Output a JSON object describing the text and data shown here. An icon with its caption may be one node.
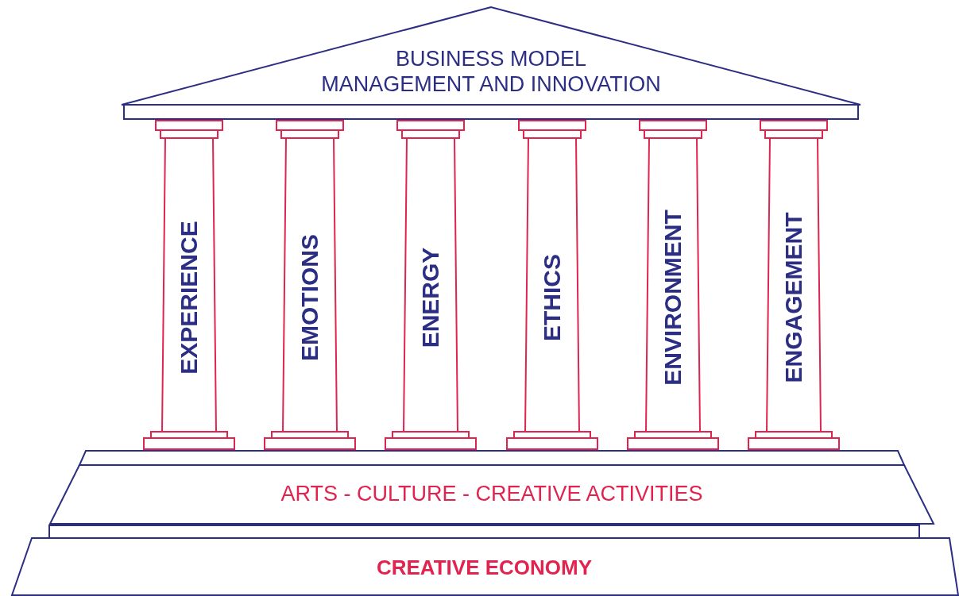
{
  "diagram": {
    "nodes": [
      {
        "text": [
          "BUSINESS MODEL MANAGEMENT AND INNOVATION"
        ]
      },
      {
        "text": [
          "EXPERIENCE"
        ]
      },
      {
        "text": [
          "EMOTIONS"
        ]
      },
      {
        "text": [
          "ENERGY"
        ]
      },
      {
        "text": [
          "ETHICS"
        ]
      },
      {
        "text": [
          "ENVIRONMENT"
        ]
      },
      {
        "text": [
          "ENGAGEMENT"
        ]
      },
      {
        "text": [
          "ARTS - CULTURE - CREATIVE ACTIVITIES"
        ]
      },
      {
        "text": [
          "CREATIVE ECONOMY"
        ]
      }
    ]
  }
}
